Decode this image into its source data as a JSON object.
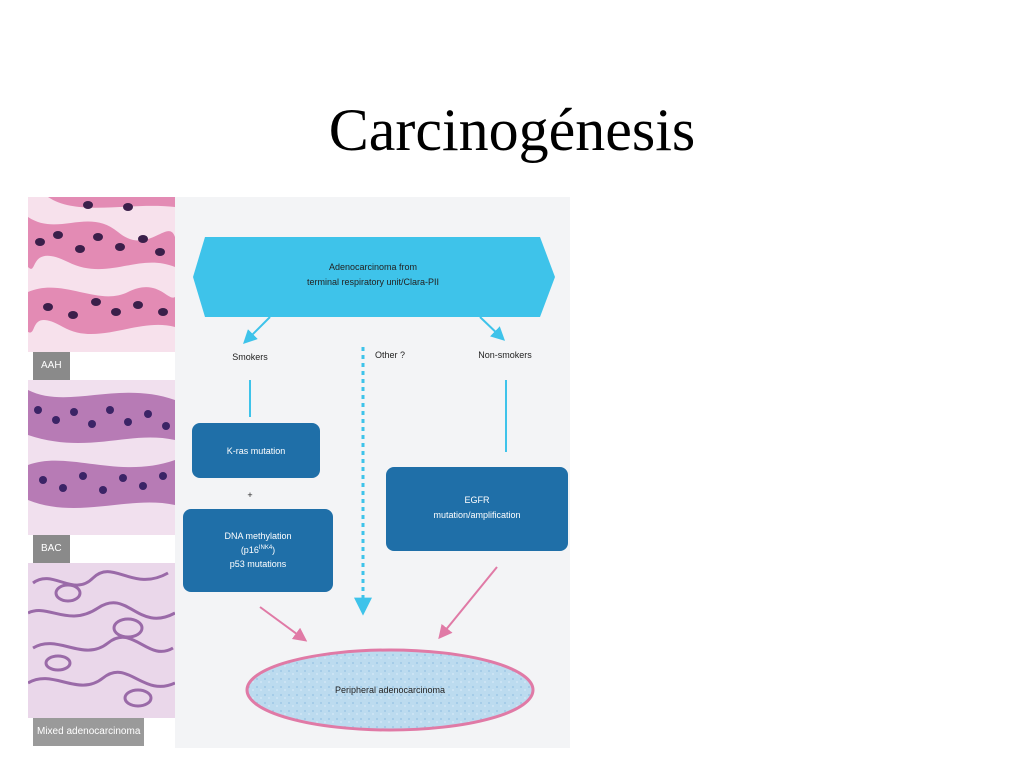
{
  "slide": {
    "title": "Carcinogénesis"
  },
  "histology": {
    "panels": [
      {
        "label": "AAH"
      },
      {
        "label": "BAC"
      },
      {
        "label": "Mixed adenocarcinoma"
      }
    ]
  },
  "diagram": {
    "top_node": {
      "line1": "Adenocarcinoma from",
      "line2": "terminal respiratory unit/Clara-PII"
    },
    "branch_smokers": "Smokers",
    "branch_other": "Other ?",
    "branch_nonsmokers": "Non-smokers",
    "kras": "K-ras mutation",
    "plus": "+",
    "dna": {
      "line1": "DNA methylation",
      "line2_pre": "(p16",
      "line2_sup": "INK4",
      "line2_post": ")",
      "line3": "p53 mutations"
    },
    "egfr": {
      "line1": "EGFR",
      "line2": "mutation/amplification"
    },
    "outcome": "Peripheral adenocarcinoma"
  },
  "colors": {
    "cyan": "#3ec3ea",
    "blue_box": "#1f6fa8",
    "pink": "#e07aa6",
    "ellipse_fill": "#bcdbef"
  }
}
